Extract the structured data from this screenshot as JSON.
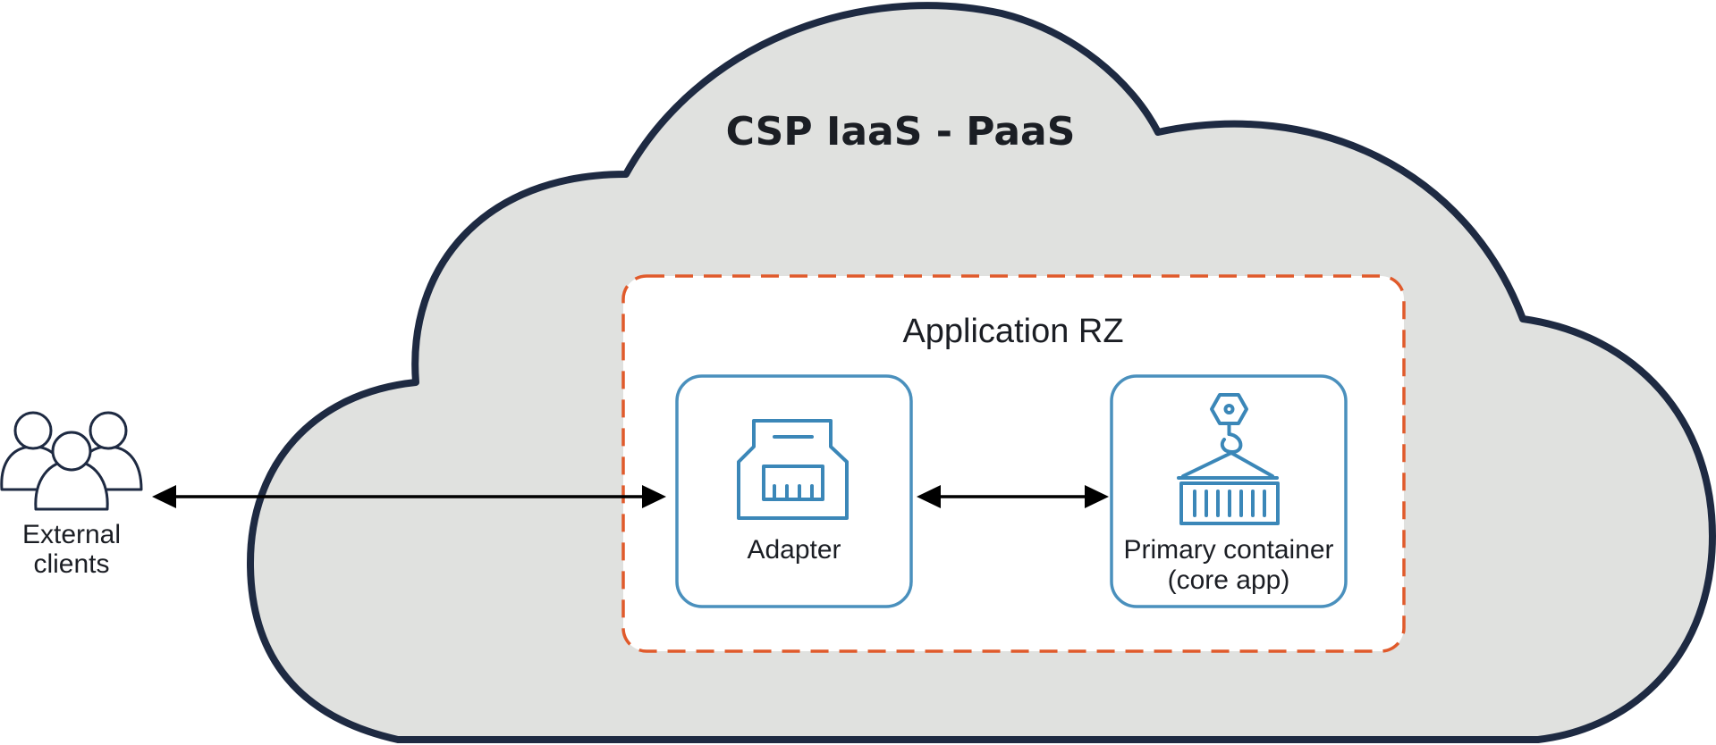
{
  "cloud": {
    "title": "CSP IaaS - PaaS"
  },
  "zone": {
    "title": "Application RZ"
  },
  "clients": {
    "label_line1": "External",
    "label_line2": "clients"
  },
  "adapter": {
    "label": "Adapter"
  },
  "primary": {
    "label_line1": "Primary container",
    "label_line2": "(core app)"
  },
  "colors": {
    "cloud_fill": "#e0e1df",
    "cloud_stroke": "#1e2a42",
    "zone_border": "#e05a2b",
    "box_stroke": "#4a90bd",
    "icon_stroke": "#3b87b8",
    "arrow": "#000000"
  },
  "icons": {
    "clients": "users-group-icon",
    "adapter": "network-adapter-icon",
    "primary": "crane-container-icon"
  }
}
